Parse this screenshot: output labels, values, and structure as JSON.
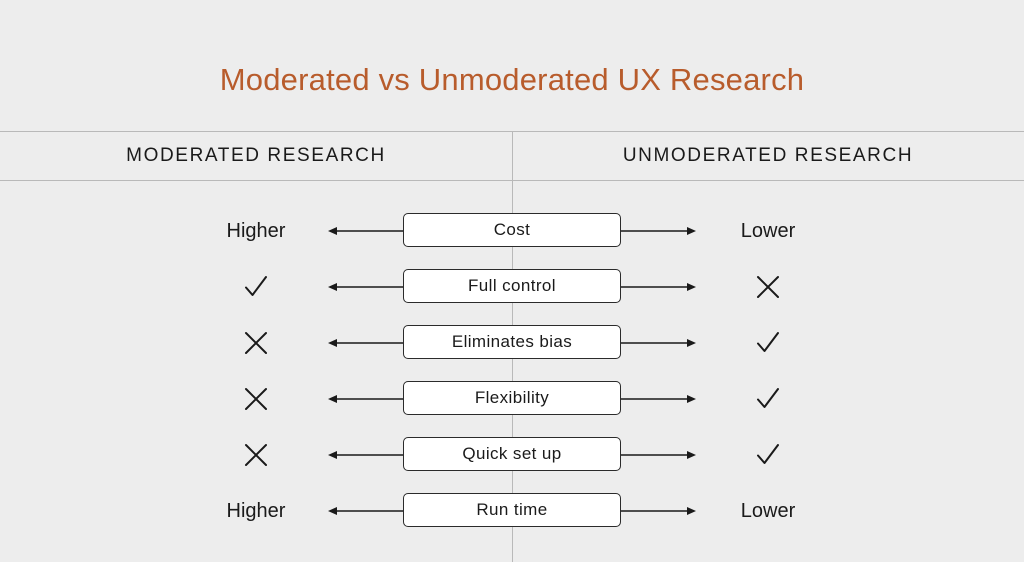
{
  "title": "Moderated vs Unmoderated UX Research",
  "columns": {
    "left": "MODERATED RESEARCH",
    "right": "UNMODERATED RESEARCH"
  },
  "rows": [
    {
      "criterion": "Cost",
      "left": {
        "type": "text",
        "value": "Higher"
      },
      "right": {
        "type": "text",
        "value": "Lower"
      }
    },
    {
      "criterion": "Full control",
      "left": {
        "type": "icon",
        "value": "check-icon"
      },
      "right": {
        "type": "icon",
        "value": "cross-icon"
      }
    },
    {
      "criterion": "Eliminates bias",
      "left": {
        "type": "icon",
        "value": "cross-icon"
      },
      "right": {
        "type": "icon",
        "value": "check-icon"
      }
    },
    {
      "criterion": "Flexibility",
      "left": {
        "type": "icon",
        "value": "cross-icon"
      },
      "right": {
        "type": "icon",
        "value": "check-icon"
      }
    },
    {
      "criterion": "Quick set up",
      "left": {
        "type": "icon",
        "value": "cross-icon"
      },
      "right": {
        "type": "icon",
        "value": "check-icon"
      }
    },
    {
      "criterion": "Run time",
      "left": {
        "type": "text",
        "value": "Higher"
      },
      "right": {
        "type": "text",
        "value": "Lower"
      }
    }
  ],
  "colors": {
    "title": "#b85c2c",
    "text": "#1a1a1a",
    "background": "#ededed",
    "divider": "#b9b9b9"
  }
}
